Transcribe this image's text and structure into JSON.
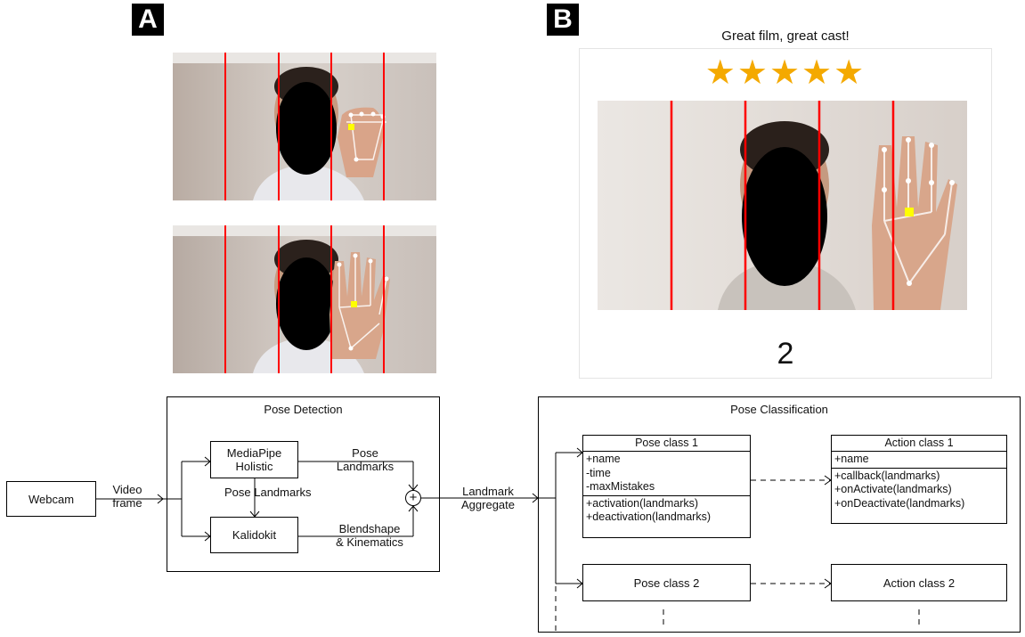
{
  "panels": {
    "a": "A",
    "b": "B"
  },
  "panel_b": {
    "title": "Great film, great cast!",
    "stars": 5,
    "star_glyph": "★",
    "count": "2",
    "star_color": "#f4a900"
  },
  "pose_detection": {
    "title": "Pose Detection",
    "webcam": "Webcam",
    "video_frame": [
      "Video",
      "frame"
    ],
    "mediapipe": [
      "MediaPipe",
      "Holistic"
    ],
    "kalidokit": "Kalidokit",
    "pose_landmarks_vertical": "Pose Landmarks",
    "pose_landmarks_right": [
      "Pose",
      "Landmarks"
    ],
    "blendshape": [
      "Blendshape",
      "& Kinematics"
    ],
    "plus": "+",
    "landmark_aggregate": [
      "Landmark",
      "Aggregate"
    ]
  },
  "pose_classification": {
    "title": "Pose Classification",
    "pose_class_1": {
      "name": "Pose class 1",
      "attributes": [
        "+name",
        "-time",
        "-maxMistakes"
      ],
      "methods": [
        "+activation(landmarks)",
        "+deactivation(landmarks)"
      ]
    },
    "action_class_1": {
      "name": "Action class 1",
      "attributes": [
        "+name"
      ],
      "methods": [
        "+callback(landmarks)",
        "+onActivate(landmarks)",
        "+onDeactivate(landmarks)"
      ]
    },
    "pose_class_2": "Pose class 2",
    "action_class_2": "Action class 2"
  }
}
